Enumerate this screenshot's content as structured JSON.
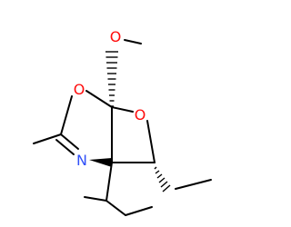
{
  "colors": {
    "oxygen": "#ff0d0d",
    "nitrogen": "#3050f8",
    "bond": "#000000",
    "background": "#ffffff"
  },
  "atoms": {
    "o_methoxy": "O",
    "o_ring_left": "O",
    "o_ring_right": "O",
    "n_ring": "N"
  }
}
